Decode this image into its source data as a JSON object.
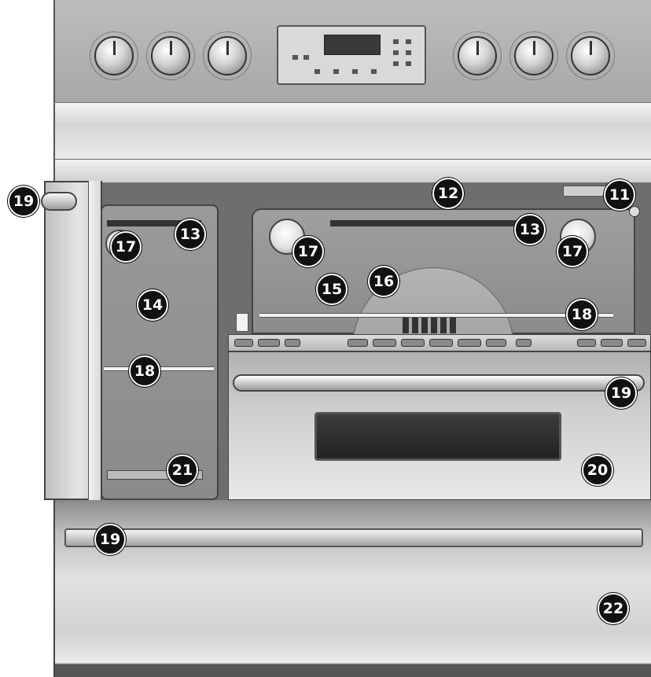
{
  "diagram": {
    "callouts": [
      {
        "id": "c19a",
        "label": "19"
      },
      {
        "id": "c12",
        "label": "12"
      },
      {
        "id": "c11",
        "label": "11"
      },
      {
        "id": "c13a",
        "label": "13"
      },
      {
        "id": "c13b",
        "label": "13"
      },
      {
        "id": "c17a",
        "label": "17"
      },
      {
        "id": "c17b",
        "label": "17"
      },
      {
        "id": "c17c",
        "label": "17"
      },
      {
        "id": "c14",
        "label": "14"
      },
      {
        "id": "c15",
        "label": "15"
      },
      {
        "id": "c16",
        "label": "16"
      },
      {
        "id": "c18a",
        "label": "18"
      },
      {
        "id": "c18b",
        "label": "18"
      },
      {
        "id": "c19b",
        "label": "19"
      },
      {
        "id": "c20",
        "label": "20"
      },
      {
        "id": "c21",
        "label": "21"
      },
      {
        "id": "c19c",
        "label": "19"
      },
      {
        "id": "c22",
        "label": "22"
      }
    ],
    "colors": {
      "badge_fill": "#111111",
      "badge_text": "#ffffff",
      "line_art": "#444444"
    }
  }
}
